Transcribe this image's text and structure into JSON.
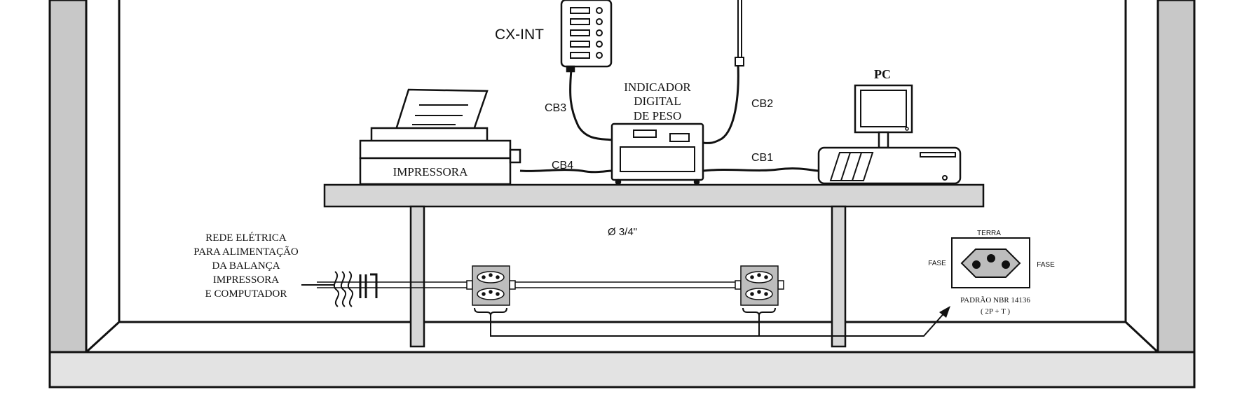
{
  "labels": {
    "cx_int": "CX-INT",
    "indicador": [
      "INDICADOR",
      "DIGITAL",
      "DE PESO"
    ],
    "pc": "PC",
    "impressora": "IMPRESSORA",
    "cb1": "CB1",
    "cb2": "CB2",
    "cb3": "CB3",
    "cb4": "CB4",
    "diameter": "Ø 3/4\"",
    "rede": [
      "REDE ELÉTRICA",
      "PARA ALIMENTAÇÃO",
      "DA BALANÇA",
      "IMPRESSORA",
      "E COMPUTADOR"
    ],
    "terra": "TERRA",
    "fase_left": "FASE",
    "fase_right": "FASE",
    "padrao": [
      "PADRÃO NBR 14136",
      "( 2P + T )"
    ]
  },
  "colors": {
    "line": "#111111",
    "wall": "#c8c8c8",
    "floor": "#e3e3e3",
    "table": "#d6d6d6",
    "socket": "#bdbdbd"
  }
}
